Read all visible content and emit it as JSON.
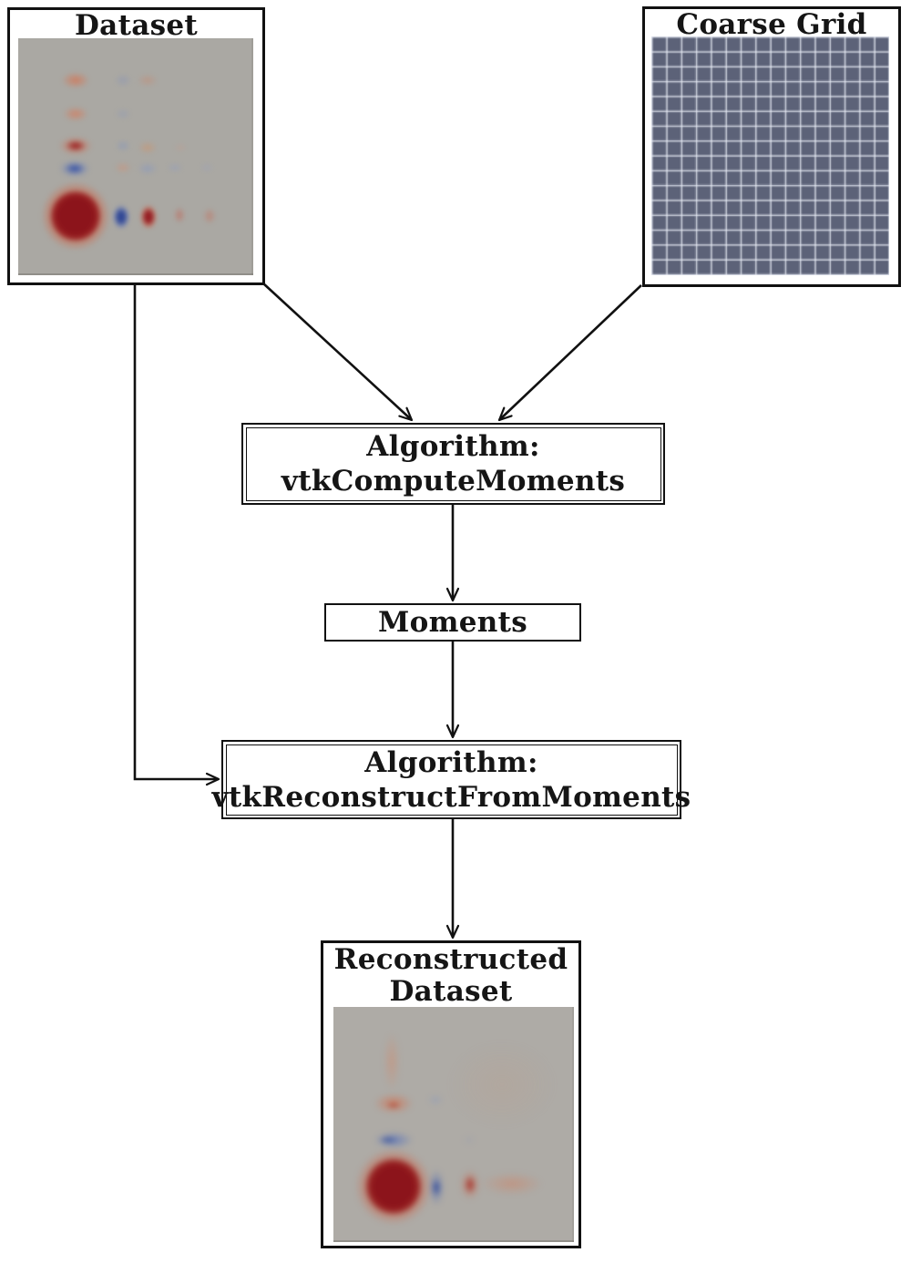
{
  "nodes": {
    "dataset": {
      "title": "Dataset"
    },
    "coarse_grid": {
      "title": "Coarse Grid"
    },
    "compute_moments": {
      "line1": "Algorithm:",
      "line2": "vtkComputeMoments"
    },
    "moments": {
      "label": "Moments"
    },
    "reconstruct": {
      "line1": "Algorithm:",
      "line2": "vtkReconstructFromMoments"
    },
    "reconstructed_dataset": {
      "line1": "Reconstructed",
      "line2": "Dataset"
    }
  },
  "edges": [
    {
      "from": "Dataset",
      "to": "Algorithm: vtkComputeMoments"
    },
    {
      "from": "Coarse Grid",
      "to": "Algorithm: vtkComputeMoments"
    },
    {
      "from": "Algorithm: vtkComputeMoments",
      "to": "Moments"
    },
    {
      "from": "Moments",
      "to": "Algorithm: vtkReconstructFromMoments"
    },
    {
      "from": "Dataset",
      "to": "Algorithm: vtkReconstructFromMoments"
    },
    {
      "from": "Algorithm: vtkReconstructFromMoments",
      "to": "Reconstructed Dataset"
    }
  ],
  "colors": {
    "edge": "#111111",
    "box_border": "#111111",
    "page_background": "#ffffff",
    "dataset_field_background": "#aaa8a3",
    "reconstructed_field_background": "#aeaba6",
    "grid_fill": "#5c6278",
    "grid_line": "#e8ecf5",
    "blob_dark_red": "#8c141b",
    "blob_salmon": "#ce7a5c",
    "blob_blue": "#3a53a3"
  }
}
